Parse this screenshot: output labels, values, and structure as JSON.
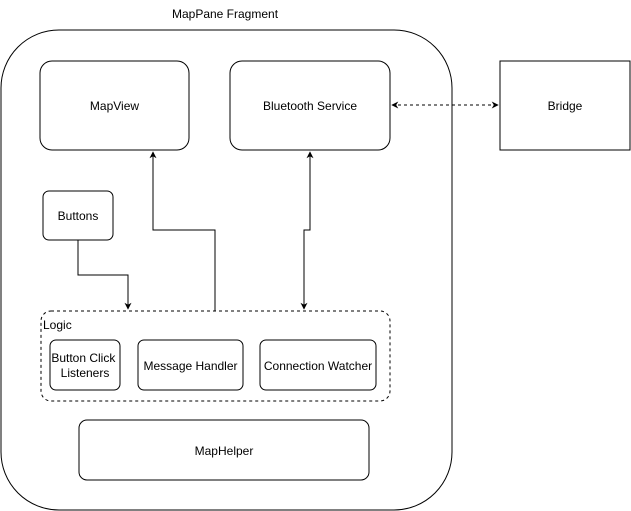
{
  "diagram": {
    "colors": {
      "stroke": "#000000",
      "fill": "#ffffff",
      "text": "#000000"
    },
    "container": {
      "label": "MapPane Fragment"
    },
    "nodes": {
      "mapview": {
        "label": "MapView"
      },
      "bluetooth": {
        "label": "Bluetooth Service"
      },
      "bridge": {
        "label": "Bridge"
      },
      "buttons": {
        "label": "Buttons"
      },
      "logic": {
        "label": "Logic"
      },
      "button_click": {
        "label_line1": "Button Click",
        "label_line2": "Listeners"
      },
      "message_handler": {
        "label": "Message Handler"
      },
      "connection_watcher": {
        "label": "Connection Watcher"
      },
      "maphelper": {
        "label": "MapHelper"
      }
    }
  }
}
